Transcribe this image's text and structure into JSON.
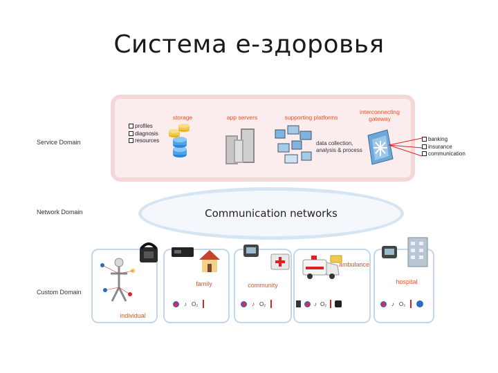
{
  "title": "Система е-здоровья",
  "domains": {
    "service": "Service Domain",
    "network": "Network Domain",
    "custom": "Custom Domain"
  },
  "service": {
    "left_list": [
      "profiles",
      "diagnosis",
      "resources"
    ],
    "storage": "storage",
    "app_servers": "app servers",
    "supporting_platforms": "supporting platforms",
    "data_collection": [
      "data collection,",
      "analysis & process"
    ],
    "gateway": [
      "interconnecting",
      "gateway"
    ],
    "right_list": [
      "banking",
      "insurance",
      "communication"
    ]
  },
  "network": {
    "label": "Communication networks"
  },
  "custom": {
    "individual": "individual",
    "family": "family",
    "community": "community",
    "ambulance": "ambulance",
    "hospital": "hospital",
    "o2": "O₂"
  },
  "colors": {
    "accent_orange": "#e8531f",
    "service_border": "#f3d6d8",
    "network_border": "#d5e5f3",
    "panel_border": "#c3d7ec"
  }
}
